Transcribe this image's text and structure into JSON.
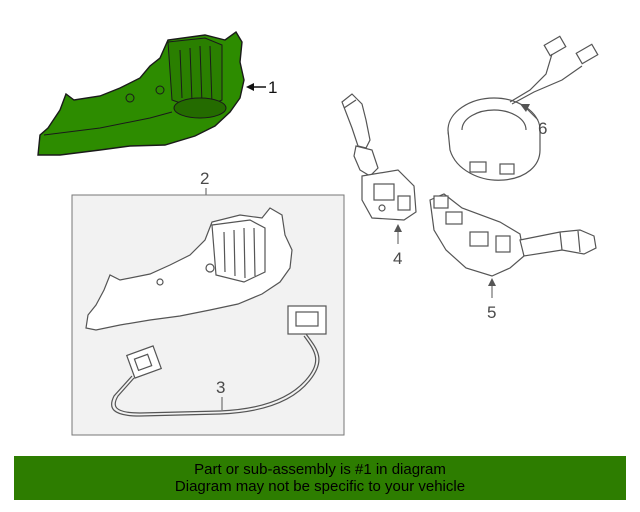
{
  "diagram": {
    "callouts": {
      "c1": "1",
      "c2": "2",
      "c3": "3",
      "c4": "4",
      "c5": "5",
      "c6": "6"
    },
    "highlight_color": "#2d8c00",
    "line_color": "#555555",
    "box_fill": "#f2f2f2"
  },
  "banner": {
    "line1": "Part or sub-assembly is #1 in diagram",
    "line2": "Diagram may not be specific to your vehicle",
    "background": "#2d7d00"
  }
}
